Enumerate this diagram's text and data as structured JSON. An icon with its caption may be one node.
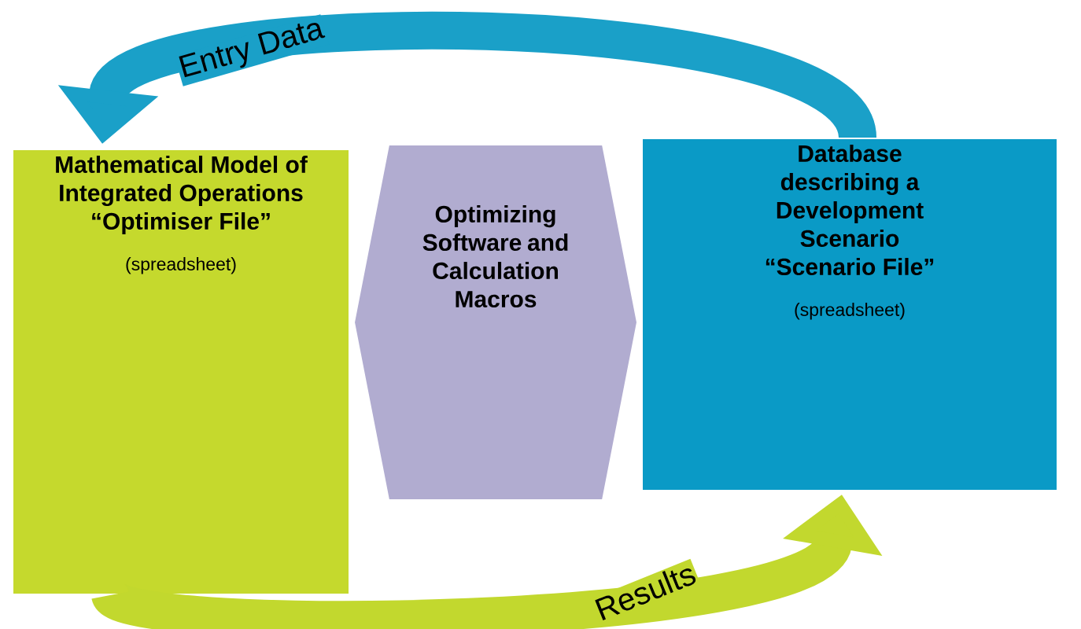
{
  "diagram": {
    "nodes": [
      {
        "text": [
          "Mathematical Model of Integrated Operations “Optimiser File”",
          "(spreadsheet)"
        ]
      },
      {
        "text": [
          "Optimizing Software and Calculation Macros"
        ]
      },
      {
        "text": [
          "Database describing a Development Scenario “Scenario File”",
          "(spreadsheet)"
        ]
      }
    ],
    "edges": [
      {
        "from": 2,
        "to": 0,
        "arrow": "to",
        "label": "Entry Data",
        "color": "#1aa0c8"
      },
      {
        "from": 0,
        "to": 2,
        "arrow": "to",
        "label": "Results",
        "color": "#c2d82e"
      }
    ]
  }
}
